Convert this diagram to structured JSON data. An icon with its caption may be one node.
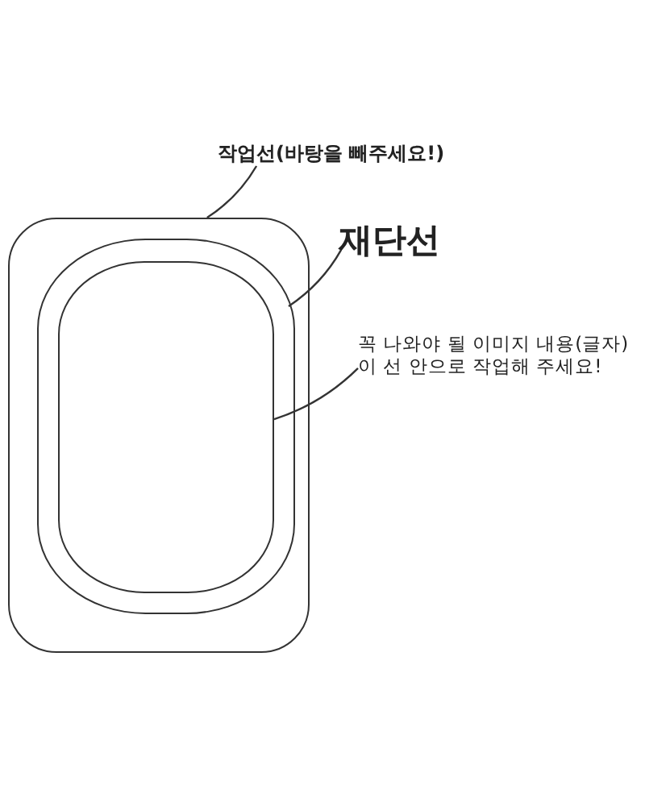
{
  "diagram": {
    "nodes": [
      {
        "text": [
          "작업선(바탕을 빼주세요!)"
        ]
      },
      {
        "text": [],
        "shape": "box"
      },
      {
        "text": [
          "재단선"
        ]
      },
      {
        "text": [],
        "shape": "box",
        "in": 1
      },
      {
        "text": [
          "꼭 나와야 될 이미지 내용(글자) 이 선 안으로 작업해 주세요!"
        ]
      },
      {
        "text": [],
        "shape": "box",
        "in": 3
      }
    ],
    "edges": [
      {
        "from": 0,
        "to": 1,
        "arrow": "none"
      },
      {
        "from": 2,
        "to": 3,
        "arrow": "none"
      },
      {
        "from": 4,
        "to": 5,
        "arrow": "none"
      }
    ]
  }
}
